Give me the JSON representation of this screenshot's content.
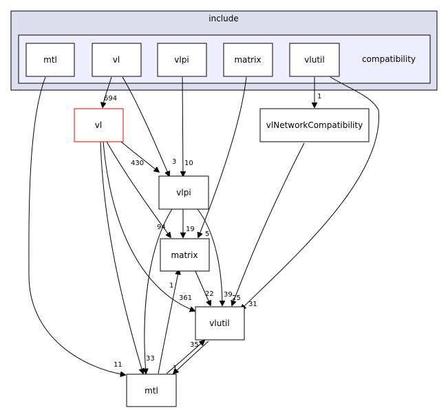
{
  "diagram": {
    "outer_cluster_label": "include",
    "inner_cluster_label": "compatibility",
    "colors": {
      "outer_fill": "#DDDDEE",
      "inner_fill": "#EEEEFF",
      "node_fill": "#FFFFFF",
      "node_stroke": "#000000",
      "highlight_stroke": "#FF0000"
    },
    "nodes": {
      "inc_mtl": "mtl",
      "inc_vl": "vl",
      "inc_vlpi": "vlpi",
      "inc_matrix": "matrix",
      "inc_vlutil": "vlutil",
      "vl": "vl",
      "vlnetwork": "vlNetworkCompatibility",
      "vlpi": "vlpi",
      "matrix": "matrix",
      "vlutil": "vlutil",
      "mtl": "mtl"
    },
    "edge_labels": {
      "inc_vl_vl": "694",
      "inc_vlutil_vlnetwork": "1",
      "vl_vlpi": "430",
      "inc_vl_vlpi": "3",
      "inc_vlpi_vlpi": "10",
      "vl_matrix": "94",
      "vlpi_matrix": "19",
      "inc_matrix_matrix": "5",
      "vl_vlutil": "361",
      "mtl_matrix": "1",
      "matrix_vlutil": "22",
      "vlpi_vlutil": "39",
      "vlnetwork_vlutil": "25",
      "inc_vlutil_vlutil": "31",
      "mtl_vlutil": "35",
      "vlutil_mtl": "1",
      "inc_mtl_mtl": "11",
      "vl_mtl_vlpi_mtl": "33"
    }
  }
}
